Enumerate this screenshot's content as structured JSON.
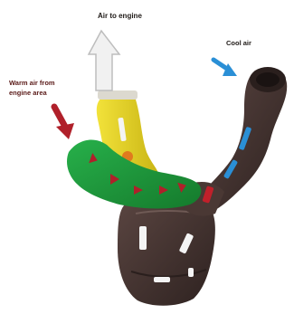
{
  "labels": {
    "air_to_engine": "Air to engine",
    "cool_air": "Cool air",
    "warm_air_line1": "Warm air from",
    "warm_air_line2": "engine area"
  },
  "colors": {
    "housing_dark": "#3b2c2a",
    "housing_mid": "#54413d",
    "outlet_yellow": "#e6d21e",
    "duct_green": "#1f9a3a",
    "cool_arrow": "#2a8fd6",
    "warm_arrow": "#b0202a",
    "outlet_arrow": "#f1f1f1",
    "flow_marker_white": "#f4f4f4"
  },
  "icons": {
    "outlet_arrow": "hollow-up-arrow-icon",
    "cool_indicator": "blue-arrow-icon",
    "warm_indicator": "red-arrow-icon"
  }
}
